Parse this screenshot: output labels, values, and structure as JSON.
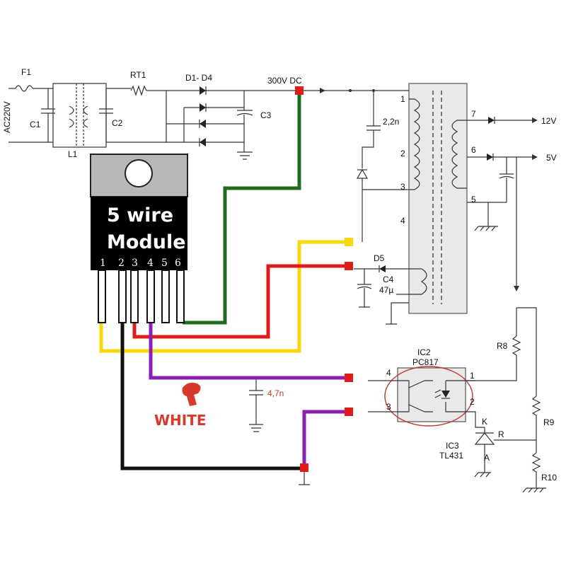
{
  "labels": {
    "fuse": "F1",
    "mains": "AC220V",
    "c1": "C1",
    "c2": "C2",
    "l1": "L1",
    "rt1": "RT1",
    "bridge": "D1- D4",
    "bus": "300V DC",
    "c3": "C3",
    "cap_snubber": "2,2n",
    "out12": "12V",
    "out5": "5V",
    "d5": "D5",
    "c4": "C4",
    "c4_value": "47µ",
    "ic2": "IC2",
    "ic2_part": "PC817",
    "cap_fb": "4,7n",
    "r8": "R8",
    "r9": "R9",
    "r10": "R10",
    "ic3": "IC3",
    "ic3_part": "TL431",
    "tl_k": "K",
    "tl_r": "R",
    "tl_a": "A",
    "white_note": "WHITE"
  },
  "module": {
    "title_line1": "5 wire",
    "title_line2": "Module",
    "pins": [
      "1",
      "2",
      "3",
      "4",
      "5",
      "6"
    ]
  },
  "transformer_pins": [
    "1",
    "2",
    "3",
    "4",
    "5",
    "6",
    "7"
  ],
  "optocoupler_pins": [
    "1",
    "2",
    "3",
    "4"
  ],
  "wire_colors": {
    "green": "#1f6b1f",
    "yellow": "#f5d90a",
    "red": "#e01b1b",
    "purple": "#8a1fb0",
    "black": "#111111",
    "marker": "#e01b1b",
    "note": "#d63a2a"
  }
}
